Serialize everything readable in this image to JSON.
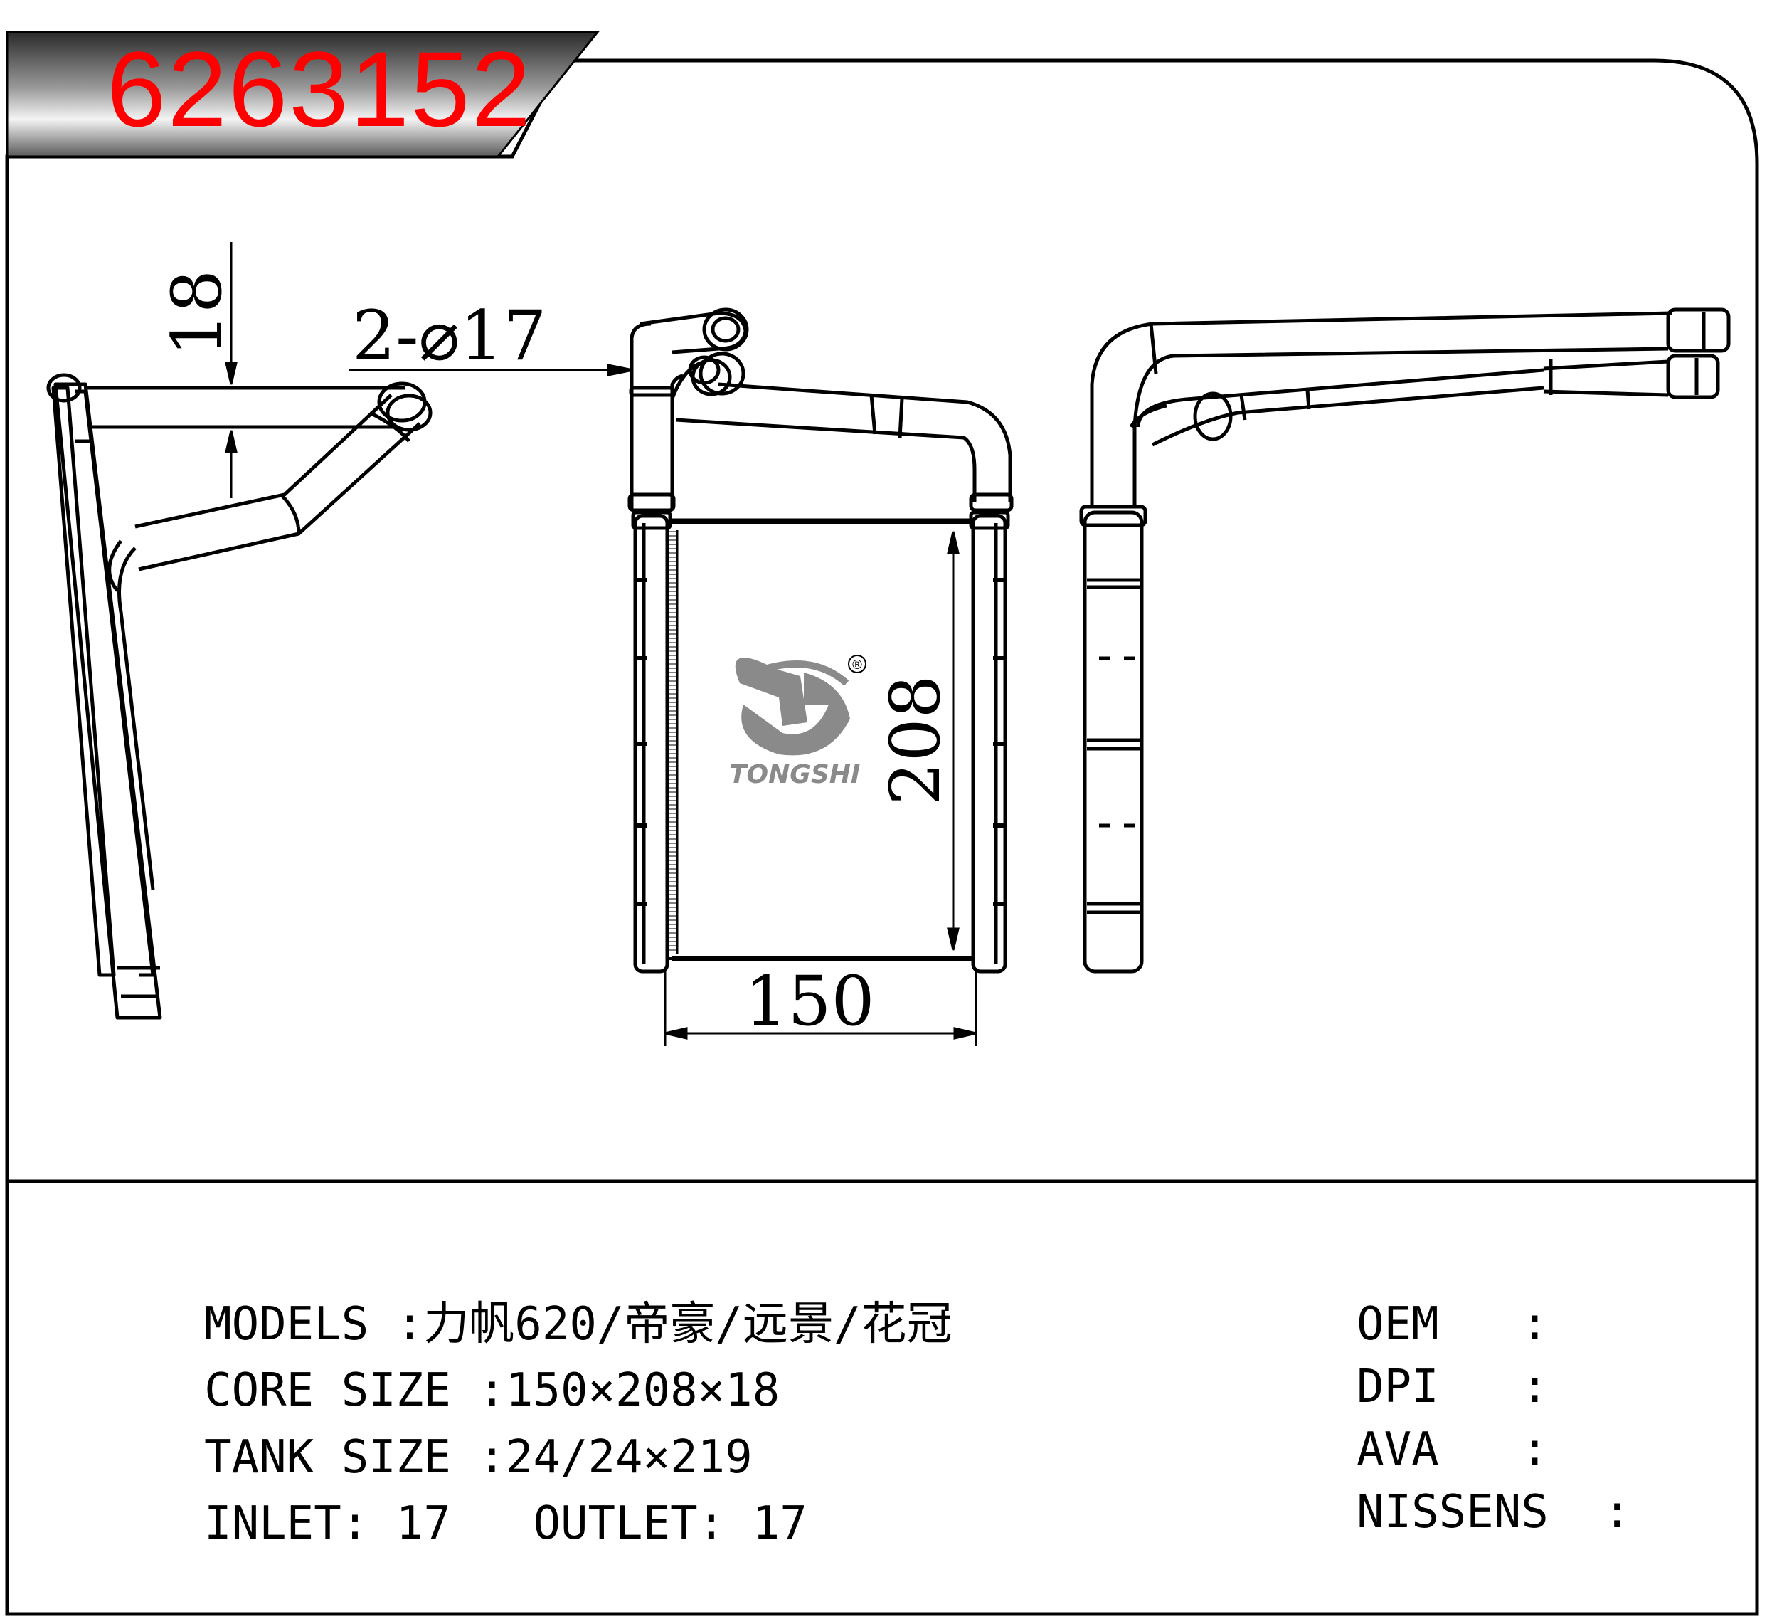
{
  "part_number": "6263152",
  "brand": {
    "name": "TONGSHI",
    "registered": "®"
  },
  "dimensions": {
    "thickness": "18",
    "pipe": "2-⌀17",
    "height": "208",
    "width": "150"
  },
  "specs": {
    "models_label": "MODELS",
    "models_value": ":力帆620/帝豪/远景/花冠",
    "core_label": "CORE SIZE",
    "core_value": ":150×208×18",
    "tank_label": "TANK SIZE",
    "tank_value": ":24/24×219",
    "inlet_label": "INLET:",
    "inlet_value": "17",
    "outlet_label": "OUTLET:",
    "outlet_value": "17"
  },
  "references": [
    {
      "label": "OEM",
      "value": ":"
    },
    {
      "label": "DPI",
      "value": ":"
    },
    {
      "label": "AVA",
      "value": ":"
    },
    {
      "label": "NISSENS",
      "value": ":"
    }
  ],
  "colors": {
    "part_number": "#ff0000",
    "line": "#000000",
    "banner_dark": "#2e2e2e",
    "logo_grey": "#8a8a8a"
  }
}
